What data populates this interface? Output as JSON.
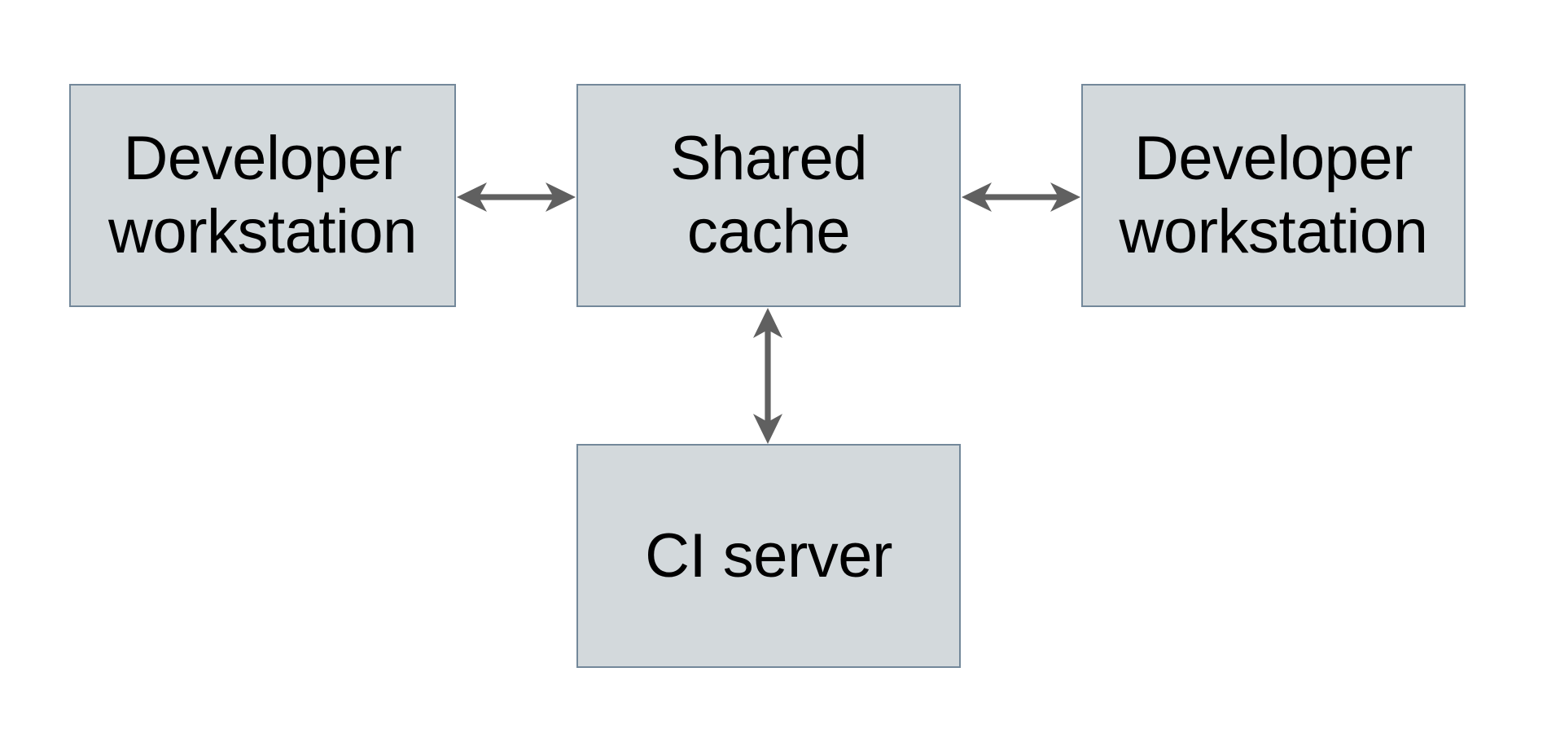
{
  "diagram": {
    "type": "architecture-diagram",
    "nodes": [
      {
        "id": "developer-workstation-left",
        "label": "Developer workstation"
      },
      {
        "id": "shared-cache",
        "label": "Shared cache"
      },
      {
        "id": "developer-workstation-right",
        "label": "Developer workstation"
      },
      {
        "id": "ci-server",
        "label": "CI server"
      }
    ],
    "edges": [
      {
        "from": "developer-workstation-left",
        "to": "shared-cache",
        "direction": "bidirectional"
      },
      {
        "from": "shared-cache",
        "to": "developer-workstation-right",
        "direction": "bidirectional"
      },
      {
        "from": "shared-cache",
        "to": "ci-server",
        "direction": "bidirectional"
      }
    ]
  },
  "colors": {
    "background": "#ffffff",
    "node-fill": "#d3d9dc",
    "node-border": "#73889a",
    "arrow": "#606060",
    "text": "#000000"
  }
}
